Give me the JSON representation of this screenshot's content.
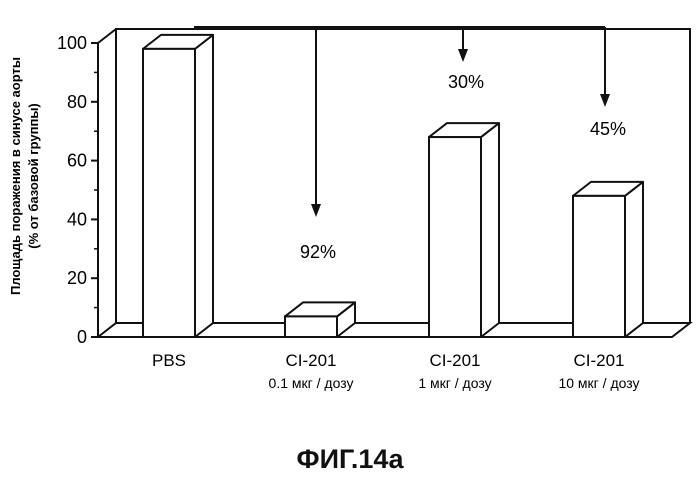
{
  "chart_data": {
    "type": "bar",
    "ylabel_line1": "Площадь поражения в синусе аорты",
    "ylabel_line2": "(% от базовой группы)",
    "ylim": [
      0,
      100
    ],
    "yticks": [
      0,
      20,
      40,
      60,
      80,
      100
    ],
    "categories": [
      {
        "name": "PBS",
        "sub": ""
      },
      {
        "name": "CI-201",
        "sub": "0.1 мкг / дозу"
      },
      {
        "name": "CI-201",
        "sub": "1 мкг / дозу"
      },
      {
        "name": "CI-201",
        "sub": "10 мкг / дозу"
      }
    ],
    "values": [
      98,
      7,
      68,
      48
    ],
    "annotations": [
      {
        "target_index": 1,
        "text": "92%"
      },
      {
        "target_index": 2,
        "text": "30%"
      },
      {
        "target_index": 3,
        "text": "45%"
      }
    ],
    "grid": false,
    "style": "3d"
  },
  "caption": "ФИГ.14а"
}
